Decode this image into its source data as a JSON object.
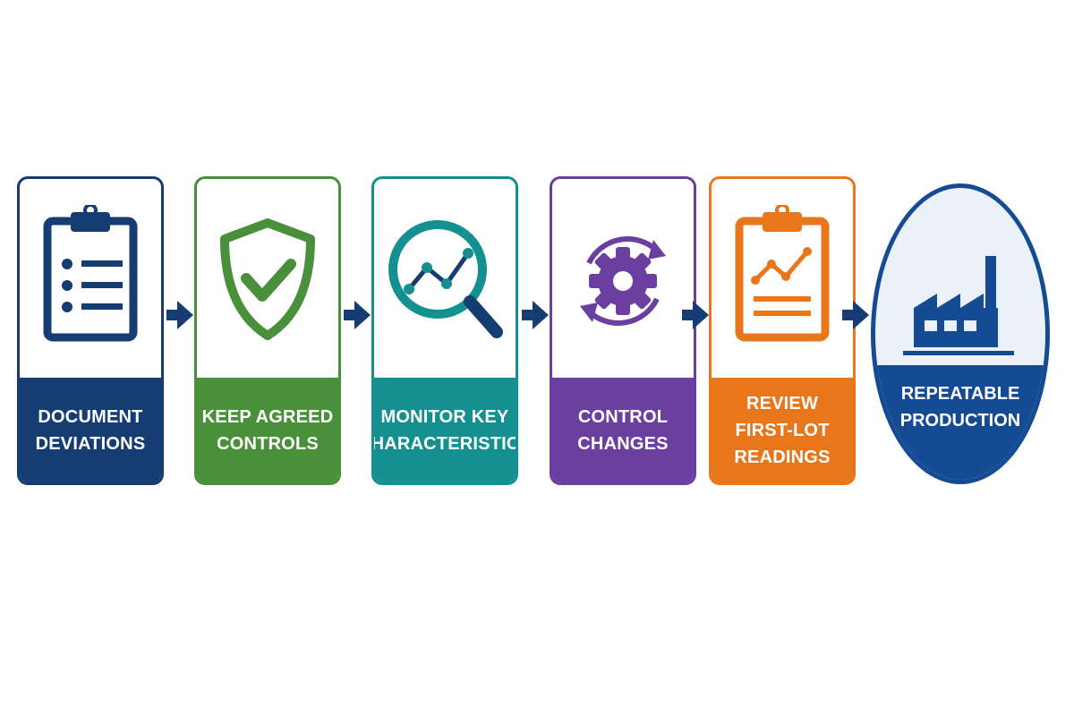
{
  "steps": [
    {
      "line1": "DOCUMENT",
      "line2": "DEVIATIONS",
      "color": "#163d73",
      "icon": "clipboard-list-icon"
    },
    {
      "line1": "KEEP AGREED",
      "line2": "CONTROLS",
      "color": "#4a8f3a",
      "icon": "shield-check-icon"
    },
    {
      "line1": "MONITOR KEY",
      "line2": "CHARACTERISTICS",
      "color": "#13908f",
      "icon": "magnifier-trend-icon"
    },
    {
      "line1": "CONTROL",
      "line2": "CHANGES",
      "color": "#6b3fa0",
      "icon": "gear-cycle-icon"
    },
    {
      "line1": "REVIEW FIRST-LOT",
      "line2": "READINGS",
      "color": "#e8761b",
      "icon": "clipboard-chart-icon"
    }
  ],
  "outcome": {
    "line1": "REPEATABLE",
    "line2": "PRODUCTION",
    "color": "#144b92",
    "icon": "factory-icon"
  },
  "arrow_color": "#163d73"
}
